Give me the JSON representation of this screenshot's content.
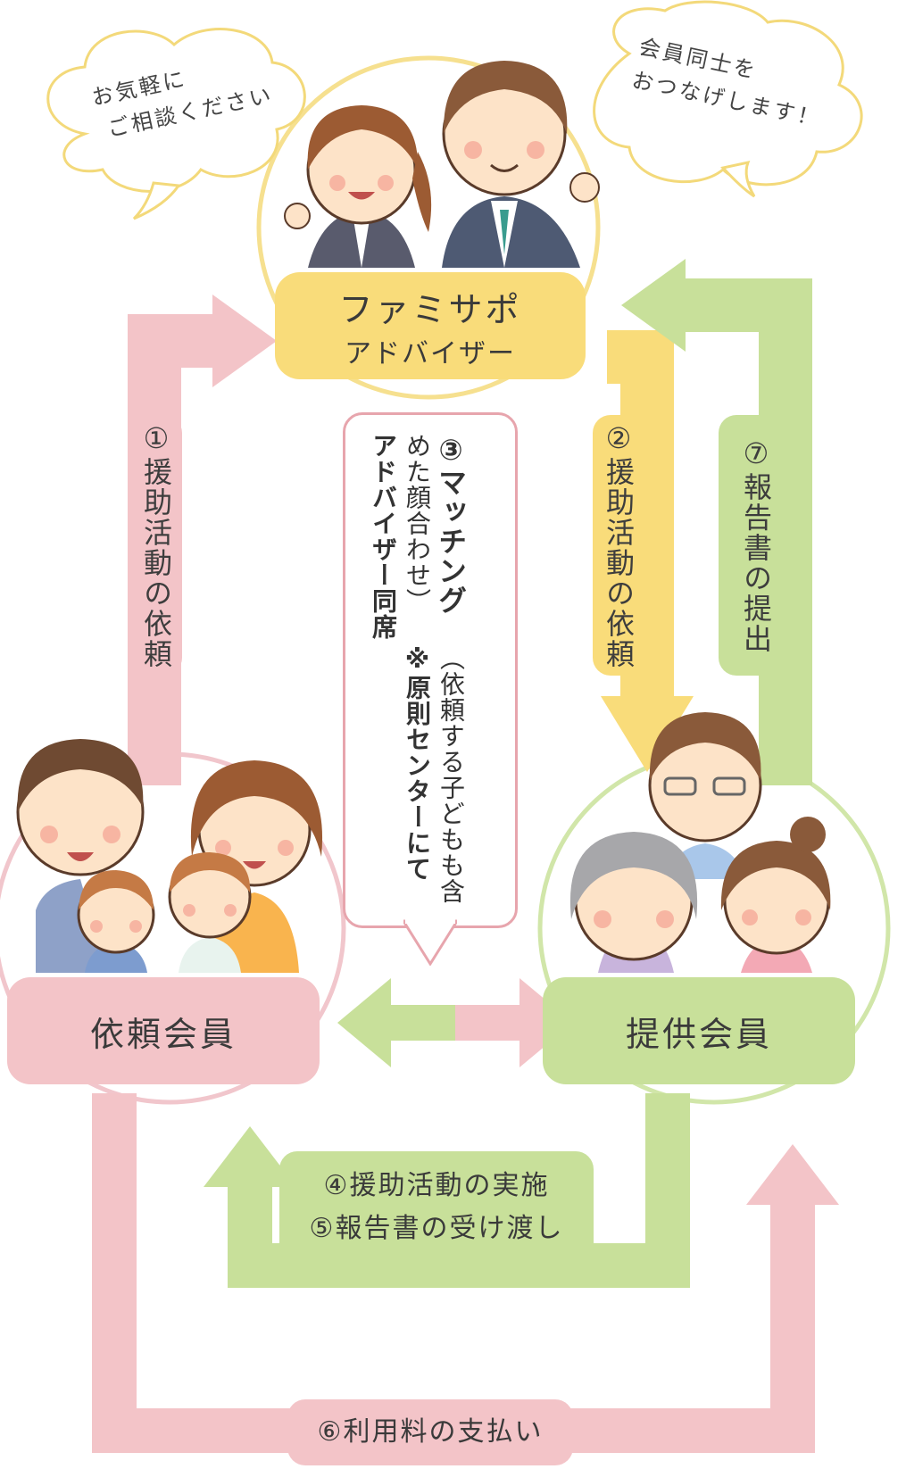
{
  "bubbles": {
    "left": [
      "お気軽に",
      "ご相談ください"
    ],
    "right": [
      "会員同士を",
      "おつなげします！"
    ]
  },
  "advisor": {
    "line1": "ファミサポ",
    "line2": "アドバイザー"
  },
  "steps": {
    "s1": "①援助活動の依頼",
    "s2": "②援助活動の依頼",
    "s7": "⑦報告書の提出",
    "s45_line1": "④援助活動の実施",
    "s45_line2": "⑤報告書の受け渡し",
    "s6": "⑥利用料の支払い"
  },
  "matching": {
    "title": "③マッチング",
    "sub": "（依頼する子どもも含めた顔合わせ）",
    "note": "※原則センターにてアドバイザー同席"
  },
  "members": {
    "requester": "依頼会員",
    "provider": "提供会員"
  },
  "colors": {
    "pink": "#f3c4c8",
    "yellow": "#f9dc7a",
    "green": "#c8e09a",
    "pink_border": "#e7a5ad"
  }
}
